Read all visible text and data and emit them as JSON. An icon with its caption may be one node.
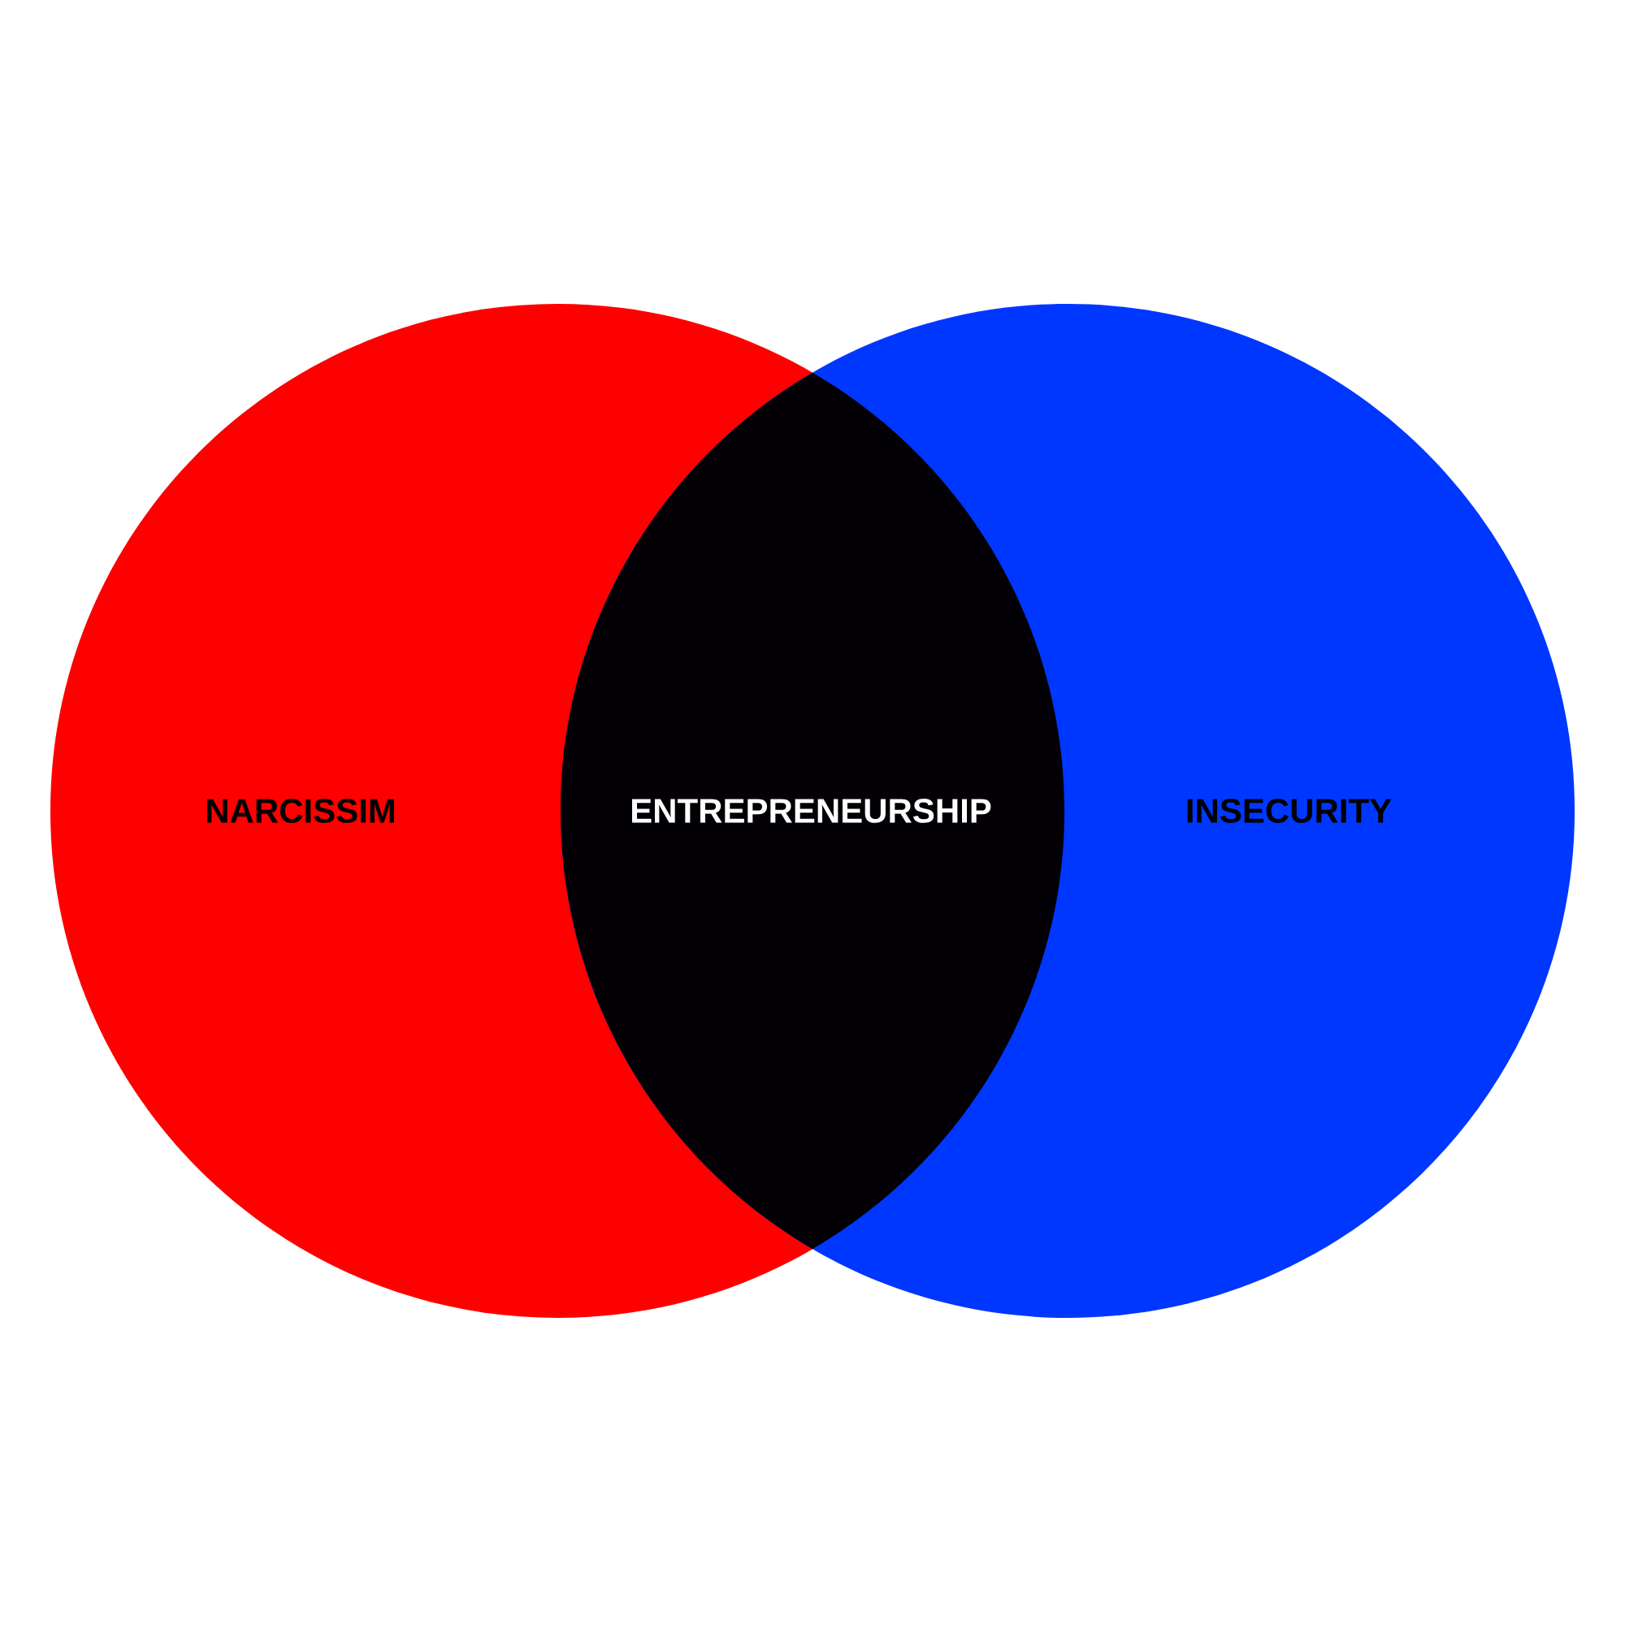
{
  "diagram": {
    "nodes": [
      {
        "text": [
          "NARCISSIM"
        ]
      },
      {
        "text": [
          "INSECURITY"
        ]
      },
      {
        "text": [
          "ENTREPRENEURSHIP"
        ]
      }
    ]
  }
}
